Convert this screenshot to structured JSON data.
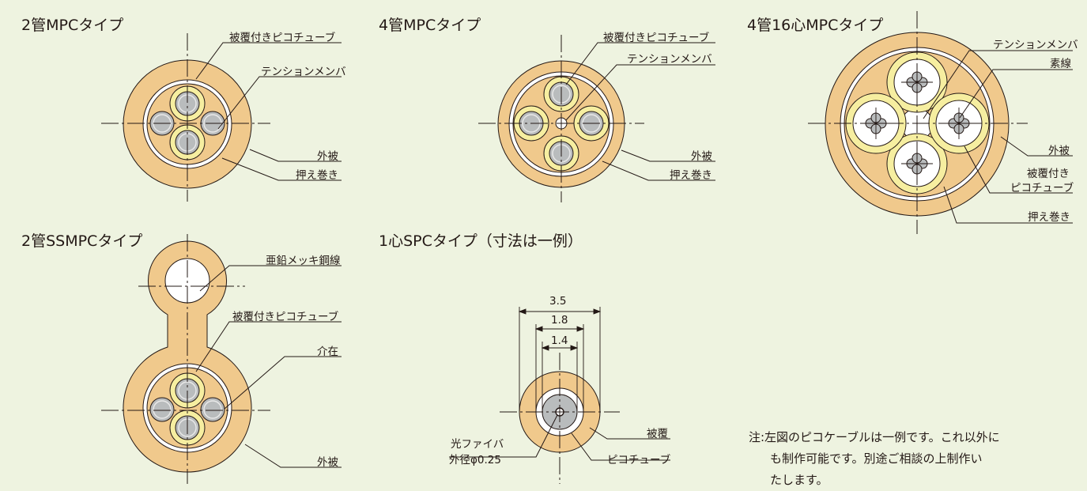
{
  "diagrams": {
    "mpc2": {
      "title": "2管MPCタイプ",
      "labels": {
        "coated_pico_tube": "被覆付きピコチューブ",
        "tension_member": "テンションメンバ",
        "sheath": "外被",
        "binder": "押え巻き"
      }
    },
    "mpc4": {
      "title": "4管MPCタイプ",
      "labels": {
        "coated_pico_tube": "被覆付きピコチューブ",
        "tension_member": "テンションメンバ",
        "sheath": "外被",
        "binder": "押え巻き"
      }
    },
    "mpc4_16": {
      "title": "4管16心MPCタイプ",
      "labels": {
        "tension_member": "テンションメンバ",
        "strand": "素線",
        "sheath": "外被",
        "coated_pico_tube_line1": "被覆付き",
        "coated_pico_tube_line2": "ピコチューブ",
        "binder": "押え巻き"
      }
    },
    "ssmpc2": {
      "title": "2管SSMPCタイプ",
      "labels": {
        "galvanized_wire": "亜鉛メッキ鋼線",
        "coated_pico_tube": "被覆付きピコチューブ",
        "filler": "介在",
        "sheath": "外被"
      }
    },
    "spc1": {
      "title": "1心SPCタイプ（寸法は一例）",
      "dimensions": [
        "3.5",
        "1.8",
        "1.4"
      ],
      "labels": {
        "fiber_line1": "光ファイバ",
        "fiber_line2": "外径φ0.25",
        "coating": "被覆",
        "pico_tube": "ピコチューブ"
      }
    }
  },
  "note": {
    "line1": "注:左図のピコケーブルは一例です。これ以外に",
    "line2": "も制作可能です。別途ご相談の上制作い",
    "line3": "たします。"
  },
  "colors": {
    "background": "#eef3e0",
    "sheath": "#f0c98c",
    "binder_ring": "#ffffff",
    "coated_tube": "#f6eea0",
    "tube": "#b9bcbd",
    "line": "#231815"
  }
}
